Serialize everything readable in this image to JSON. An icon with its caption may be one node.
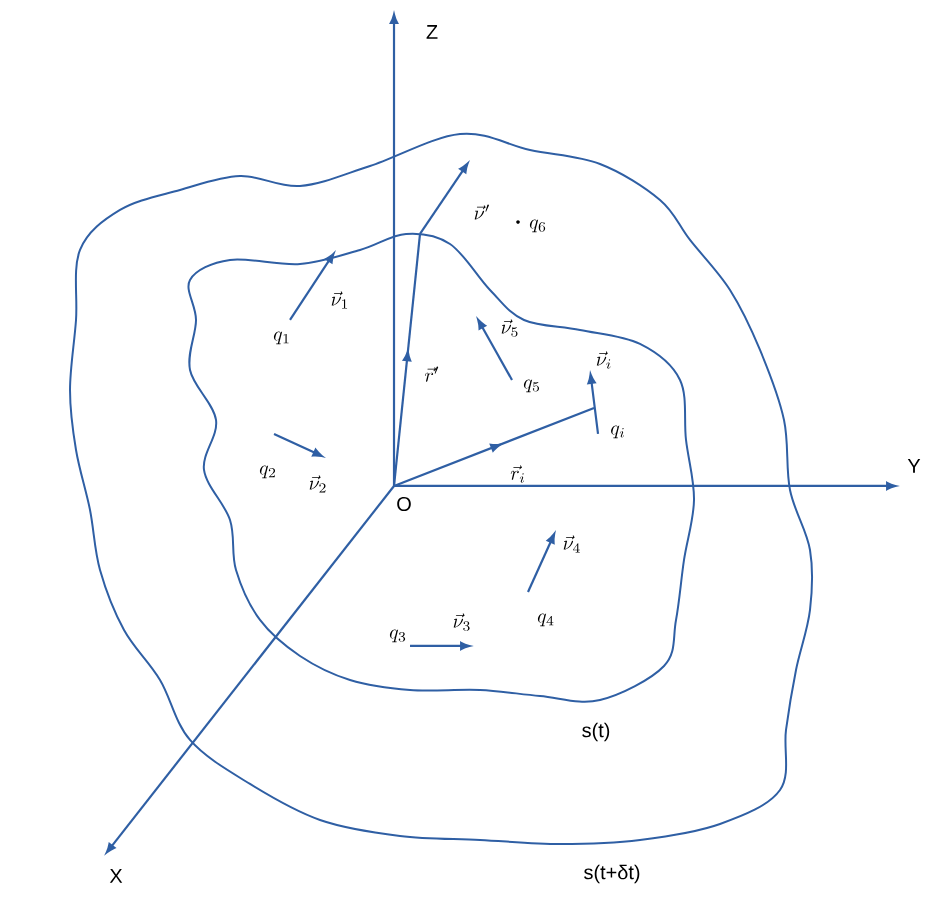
{
  "diagram": {
    "labels": [
      "Z",
      "\\vec{\\nu}'",
      "q_{6}",
      "\\vec{\\nu}_{1}",
      "q_{1}",
      "\\vec{\\nu}_{5}",
      "\\vec{r}'",
      "q_{5}",
      "\\vec{\\nu}_{i}",
      "q_{i}",
      "q_{2}",
      "\\vec{\\nu}_{2}",
      "\\vec{r}_{i}",
      "O",
      "Y",
      "\\vec{\\nu}_{4}",
      "q_{4}",
      "q_{3}",
      "\\vec{\\nu}_{3}",
      "s(t)",
      "X",
      "s(t+δt)"
    ]
  }
}
